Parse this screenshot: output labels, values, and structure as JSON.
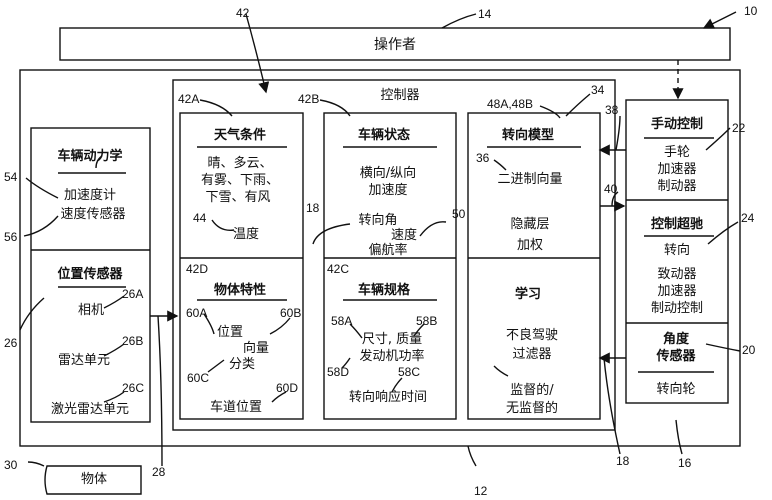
{
  "operator": "操作者",
  "controller": "控制器",
  "dynamics": {
    "title": "车辆动力学",
    "accel": "加速度计",
    "speed": "速度传感器"
  },
  "position": {
    "title": "位置传感器",
    "camera": "相机",
    "radar": "雷达单元",
    "lidar": "激光雷达单元"
  },
  "object": "物体",
  "weather": {
    "title": "天气条件",
    "line1": "晴、多云、",
    "line2": "有雾、下雨、",
    "line3": "下雪、有风",
    "temp": "温度"
  },
  "objchar": {
    "title": "物体特性",
    "pos": "位置",
    "vec": "向量",
    "cls": "分类",
    "lane": "车道位置"
  },
  "vstate": {
    "title": "车辆状态",
    "l1": "横向/纵向",
    "l2": "加速度",
    "l3": "转向角",
    "l4": "速度",
    "l5": "偏航率"
  },
  "vspec": {
    "title": "车辆规格",
    "l1": "尺寸, 质量",
    "l2": "发动机功率",
    "l3": "转向响应时间"
  },
  "model": {
    "title": "转向模型",
    "binary": "二进制向量",
    "hidden": "隐藏层",
    "weight": "加权"
  },
  "learn": {
    "title": "学习",
    "l1": "不良驾驶",
    "l2": "过滤器",
    "l3": "监督的/",
    "l4": "无监督的"
  },
  "manual": {
    "title": "手动控制",
    "l1": "手轮",
    "l2": "加速器",
    "l3": "制动器"
  },
  "override": {
    "title": "控制超驰",
    "l1": "转向",
    "l2": "致动器",
    "l3": "加速器",
    "l4": "制动控制"
  },
  "angle": {
    "title1": "角度",
    "title2": "传感器",
    "l1": "转向轮"
  },
  "refs": {
    "r10": "10",
    "r12": "12",
    "r14": "14",
    "r16": "16",
    "r18a": "18",
    "r18b": "18",
    "r20": "20",
    "r22": "22",
    "r24": "24",
    "r26": "26",
    "r26a": "26A",
    "r26b": "26B",
    "r26c": "26C",
    "r28": "28",
    "r30": "30",
    "r34": "34",
    "r36": "36",
    "r38": "38",
    "r40": "40",
    "r42": "42",
    "r42a": "42A",
    "r42b": "42B",
    "r42c": "42C",
    "r42d": "42D",
    "r44": "44",
    "r48": "48A,48B",
    "r50": "50",
    "r54": "54",
    "r56": "56",
    "r58a": "58A",
    "r58b": "58B",
    "r58c": "58C",
    "r58d": "58D",
    "r60a": "60A",
    "r60b": "60B",
    "r60c": "60C",
    "r60d": "60D"
  }
}
